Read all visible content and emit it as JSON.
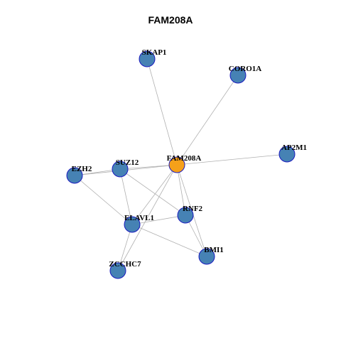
{
  "title": "FAM208A",
  "colors": {
    "hub_fill": "#F5A01A",
    "node_fill": "#4682B4",
    "node_stroke": "#1A1ABF",
    "edge": "#B0B0B0",
    "label": "#000000"
  },
  "graph": {
    "hub": "FAM208A",
    "nodes": [
      {
        "id": "FAM208A",
        "role": "hub"
      },
      {
        "id": "SKAP1",
        "role": "neighbor"
      },
      {
        "id": "CORO1A",
        "role": "neighbor"
      },
      {
        "id": "AP2M1",
        "role": "neighbor"
      },
      {
        "id": "SUZ12",
        "role": "neighbor"
      },
      {
        "id": "EZH2",
        "role": "neighbor"
      },
      {
        "id": "RNF2",
        "role": "neighbor"
      },
      {
        "id": "ELAVL1",
        "role": "neighbor"
      },
      {
        "id": "BMI1",
        "role": "neighbor"
      },
      {
        "id": "ZCCHC7",
        "role": "neighbor"
      }
    ],
    "edges": [
      [
        "FAM208A",
        "SKAP1"
      ],
      [
        "FAM208A",
        "CORO1A"
      ],
      [
        "FAM208A",
        "AP2M1"
      ],
      [
        "FAM208A",
        "SUZ12"
      ],
      [
        "FAM208A",
        "EZH2"
      ],
      [
        "FAM208A",
        "RNF2"
      ],
      [
        "FAM208A",
        "ELAVL1"
      ],
      [
        "FAM208A",
        "BMI1"
      ],
      [
        "FAM208A",
        "ZCCHC7"
      ],
      [
        "SUZ12",
        "EZH2"
      ],
      [
        "SUZ12",
        "ELAVL1"
      ],
      [
        "SUZ12",
        "RNF2"
      ],
      [
        "EZH2",
        "ELAVL1"
      ],
      [
        "ELAVL1",
        "RNF2"
      ],
      [
        "ELAVL1",
        "BMI1"
      ],
      [
        "ELAVL1",
        "ZCCHC7"
      ],
      [
        "RNF2",
        "BMI1"
      ]
    ]
  }
}
